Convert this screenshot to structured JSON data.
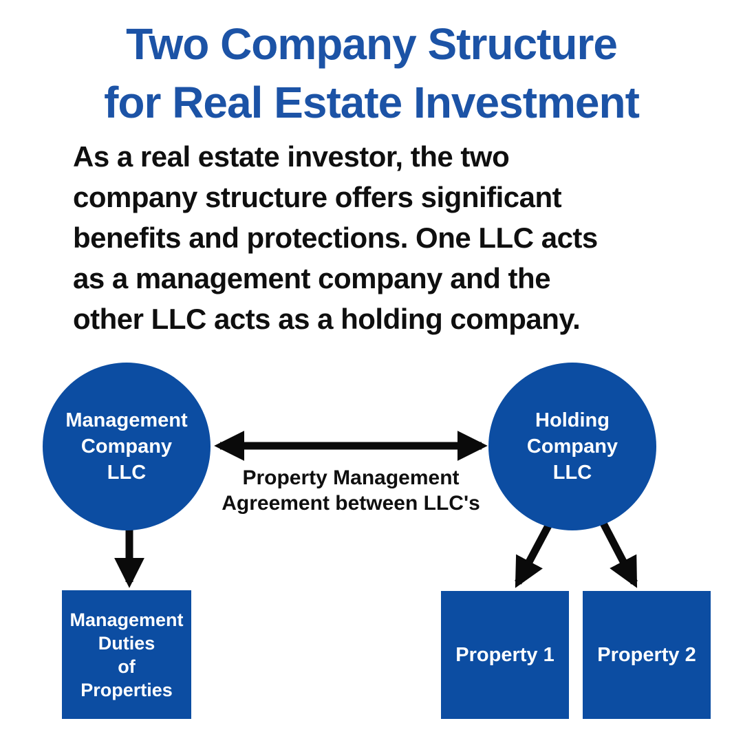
{
  "title": {
    "text": "Two Company Structure\nfor Real Estate Investment",
    "color": "#1c53a6"
  },
  "intro": {
    "text": "As a real estate investor, the two\ncompany structure offers significant\nbenefits and protections. One LLC acts\nas a management company and the\nother LLC acts as a holding company."
  },
  "diagram": {
    "management_company_node": {
      "label": "Management\nCompany\nLLC"
    },
    "holding_company_node": {
      "label": "Holding\nCompany\nLLC"
    },
    "agreement_label": {
      "text": "Property Management\nAgreement between LLC's"
    },
    "management_duties_box": {
      "label": "Management\nDuties\nof\nProperties"
    },
    "property_1_box": {
      "label": "Property 1"
    },
    "property_2_box": {
      "label": "Property 2"
    },
    "colors": {
      "node_fill": "#0c4da2",
      "node_text": "#ffffff",
      "title_text": "#1c53a6",
      "body_text": "#0f0f0f",
      "arrow": "#0a0a0a",
      "background": "#ffffff"
    }
  }
}
